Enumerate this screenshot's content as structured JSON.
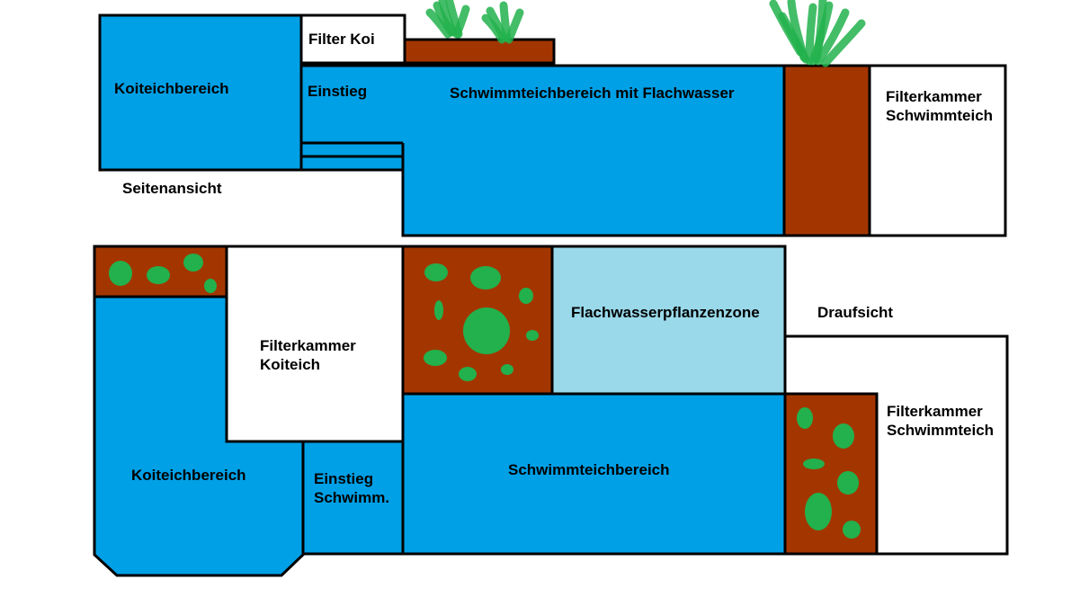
{
  "colors": {
    "water": "#00a0e6",
    "earth": "#a33600",
    "plant": "#22b14c",
    "shallow": "#99d9ea",
    "chamber": "#ffffff",
    "outline": "#000000"
  },
  "side_view": {
    "view_label": "Seitenansicht",
    "koi_area": "Koiteichbereich",
    "filter_koi": "Filter Koi",
    "entry": "Einstieg",
    "swim_area": "Schwimmteichbereich mit Flachwasser",
    "filter_swim": "Filterkammer\nSchwimmteich"
  },
  "top_view": {
    "view_label": "Draufsicht",
    "filter_koi": "Filterkammer\nKoiteich",
    "shallow_zone": "Flachwasserpflanzenzone",
    "filter_swim": "Filterkammer\nSchwimmteich",
    "koi_area": "Koiteichbereich",
    "entry": "Einstieg\nSchwimm.",
    "swim_area": "Schwimmteichbereich"
  }
}
